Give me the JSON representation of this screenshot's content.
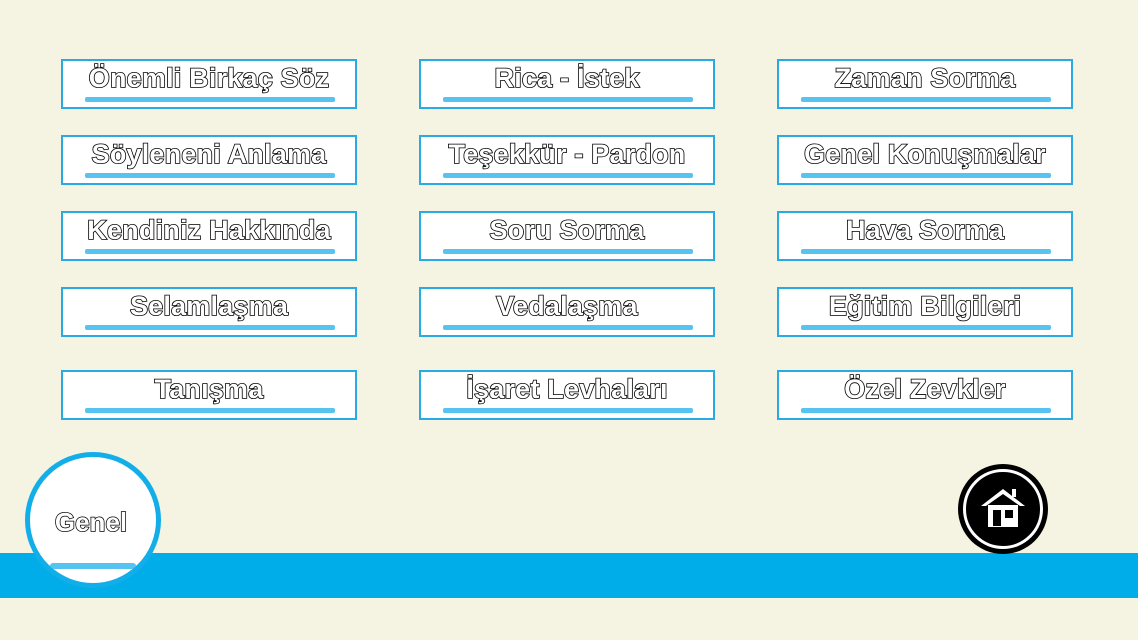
{
  "categories": [
    [
      "Önemli Birkaç Söz",
      "Rica - İstek",
      "Zaman Sorma"
    ],
    [
      "Söyleneni Anlama",
      "Teşekkür - Pardon",
      "Genel Konuşmalar"
    ],
    [
      "Kendiniz Hakkında",
      "Soru Sorma",
      "Hava Sorma"
    ],
    [
      "Selamlaşma",
      "Vedalaşma",
      "Eğitim Bilgileri"
    ],
    [
      "Tanışma",
      "İşaret Levhaları",
      "Özel Zevkler"
    ]
  ],
  "section_button": {
    "label": "Genel"
  },
  "home_button": {
    "icon": "home-icon"
  },
  "colors": {
    "background": "#f5f3e1",
    "accent": "#00ade9",
    "button_border": "#29aae2",
    "underline": "#56c3f0"
  }
}
